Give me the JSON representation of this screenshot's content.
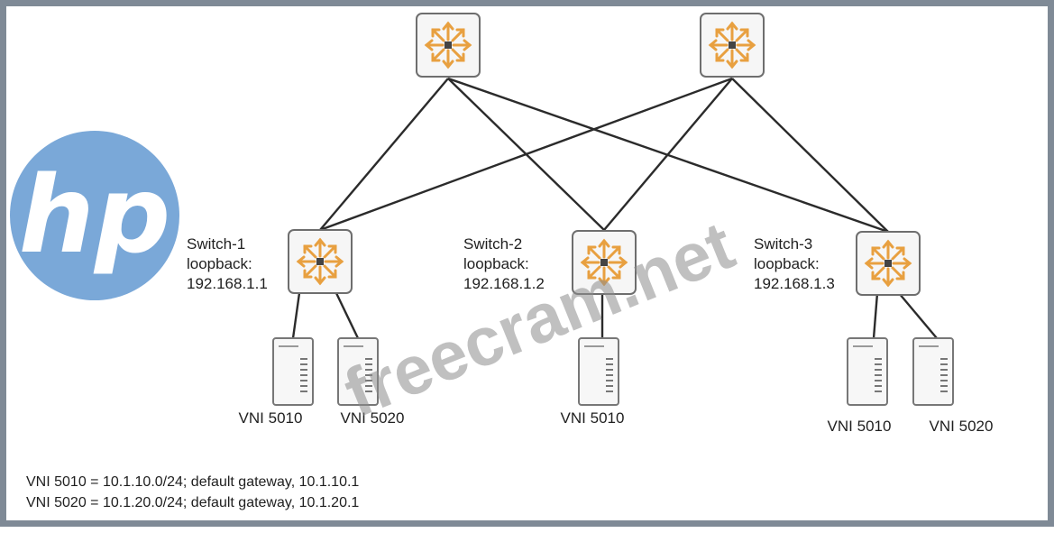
{
  "logo": {
    "text": "hp",
    "color": "#7aa8d8"
  },
  "watermark": "freecram.net",
  "switches": [
    {
      "name": "Switch-1",
      "loopback": "loopback:",
      "ip": "192.168.1.1",
      "vnis": [
        "VNI 5010",
        "VNI 5020"
      ]
    },
    {
      "name": "Switch-2",
      "loopback": "loopback:",
      "ip": "192.168.1.2",
      "vnis": [
        "VNI 5010"
      ]
    },
    {
      "name": "Switch-3",
      "loopback": "loopback:",
      "ip": "192.168.1.3",
      "vnis": [
        "VNI 5010",
        "VNI 5020"
      ]
    }
  ],
  "spines": [
    {
      "icon": "router-icon"
    },
    {
      "icon": "router-icon"
    }
  ],
  "notes": [
    "VNI 5010 = 10.1.10.0/24; default gateway, 10.1.10.1",
    "VNI 5020 = 10.1.20.0/24; default gateway, 10.1.20.1"
  ],
  "colors": {
    "frame": "#7f8a96",
    "device_border": "#6e6e6e",
    "arrow": "#e8a040",
    "line": "#2b2b2b"
  }
}
